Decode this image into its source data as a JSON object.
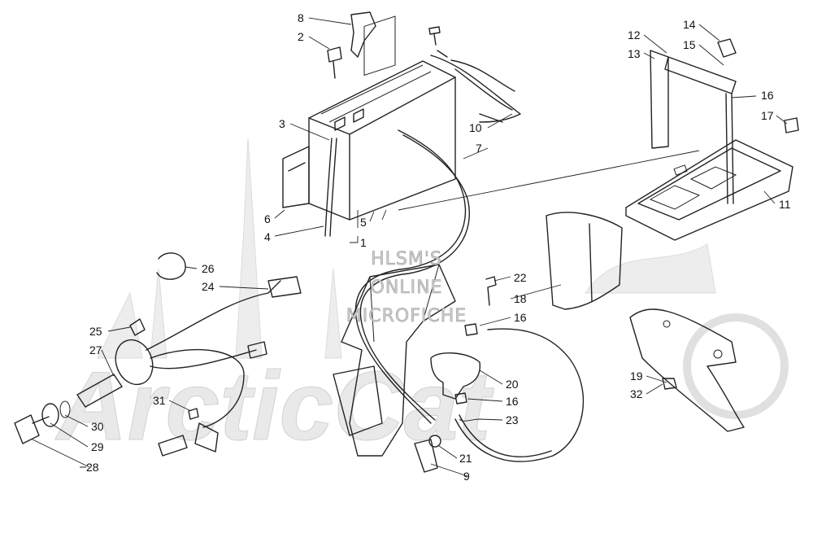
{
  "watermark": {
    "line1": "HLSM'S",
    "line2": "ONLINE",
    "line3": "MICROFICHE",
    "brand": "ArcticCat"
  },
  "callouts": {
    "c1": "1",
    "c2": "2",
    "c3": "3",
    "c4": "4",
    "c5": "5",
    "c6": "6",
    "c7": "7",
    "c8": "8",
    "c9": "9",
    "c10": "10",
    "c11": "11",
    "c12": "12",
    "c13": "13",
    "c14": "14",
    "c15": "15",
    "c16a": "16",
    "c16b": "16",
    "c16c": "16",
    "c17": "17",
    "c18": "18",
    "c19": "19",
    "c20": "20",
    "c21": "21",
    "c22": "22",
    "c23": "23",
    "c24": "24",
    "c25": "25",
    "c26": "26",
    "c27": "27",
    "c28": "28",
    "c29": "29",
    "c30": "30",
    "c31": "31",
    "c32": "32"
  }
}
